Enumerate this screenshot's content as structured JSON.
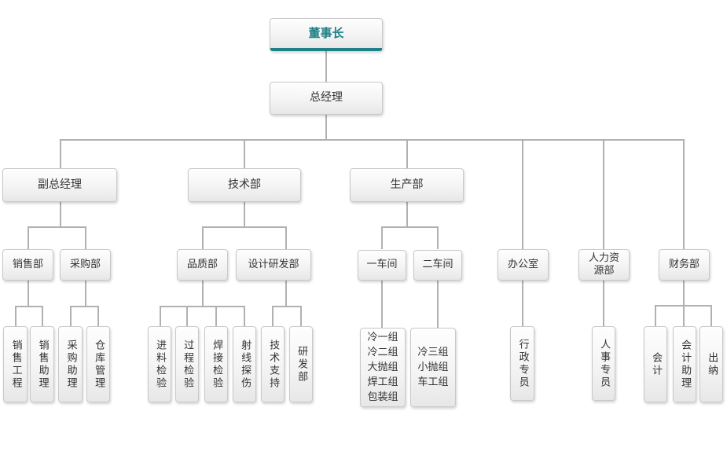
{
  "colors": {
    "accent_teal": "#1d8187",
    "connector_gray": "#b1b1b1",
    "node_border": "#c9c9c9",
    "node_text": "#333333"
  },
  "nodes": {
    "chairman": {
      "label": "董事长"
    },
    "general_manager": {
      "label": "总经理"
    },
    "deputy_general_manager": {
      "label": "副总经理"
    },
    "technical_dept": {
      "label": "技术部"
    },
    "production_dept": {
      "label": "生产部"
    },
    "office": {
      "label": "办公室"
    },
    "hr_dept": {
      "label": "人力资源部"
    },
    "finance_dept": {
      "label": "财务部"
    },
    "sales_dept": {
      "label": "销售部"
    },
    "purchasing_dept": {
      "label": "采购部"
    },
    "quality_dept": {
      "label": "品质部"
    },
    "design_rd_dept": {
      "label": "设计研发部"
    },
    "workshop_1": {
      "label": "一车间"
    },
    "workshop_2": {
      "label": "二车间"
    },
    "sales_engineering": {
      "label": "销售工程"
    },
    "sales_assistant": {
      "label": "销售助理"
    },
    "purchasing_assistant": {
      "label": "采购助理"
    },
    "warehouse_management": {
      "label": "仓库管理"
    },
    "incoming_inspection": {
      "label": "进料检验"
    },
    "process_inspection": {
      "label": "过程检验"
    },
    "welding_inspection": {
      "label": "焊接检验"
    },
    "xray_flaw_detection": {
      "label": "射线探伤"
    },
    "technical_support": {
      "label": "技术支持"
    },
    "rd_dept": {
      "label": "研发部"
    },
    "workshop1_groups": {
      "lines": [
        "冷一组",
        "冷二组",
        "大抛组",
        "焊工组",
        "包装组"
      ]
    },
    "workshop2_groups": {
      "lines": [
        "冷三组",
        "小抛组",
        "车工组"
      ]
    },
    "admin_specialist": {
      "label": "行政专员"
    },
    "hr_specialist": {
      "label": "人事专员"
    },
    "accountant": {
      "label": "会计"
    },
    "accounting_assistant": {
      "label": "会计助理"
    },
    "cashier": {
      "label": "出纳"
    }
  }
}
